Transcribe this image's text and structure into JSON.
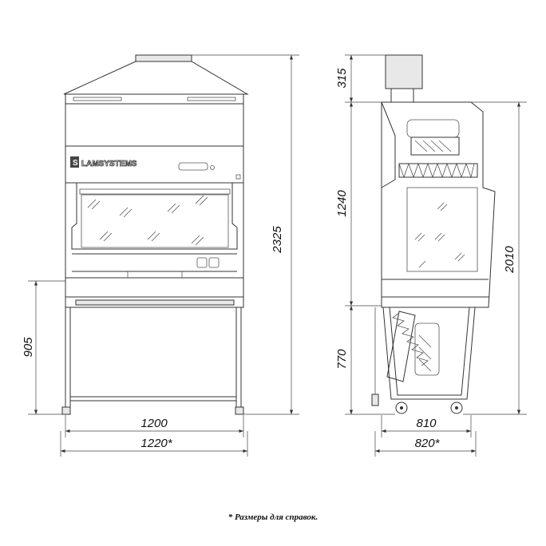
{
  "brand": {
    "logo_text": "LAMSYSTEMS"
  },
  "front_view": {
    "dimensions": {
      "total_height": "2325",
      "leg_height": "905",
      "width": "1200",
      "overall_width": "1220*"
    }
  },
  "side_view": {
    "dimensions": {
      "top_unit": "315",
      "body": "1240",
      "stand": "770",
      "height": "2010",
      "depth": "810",
      "overall_depth": "820*"
    }
  },
  "footnote": "* Размеры для справок."
}
